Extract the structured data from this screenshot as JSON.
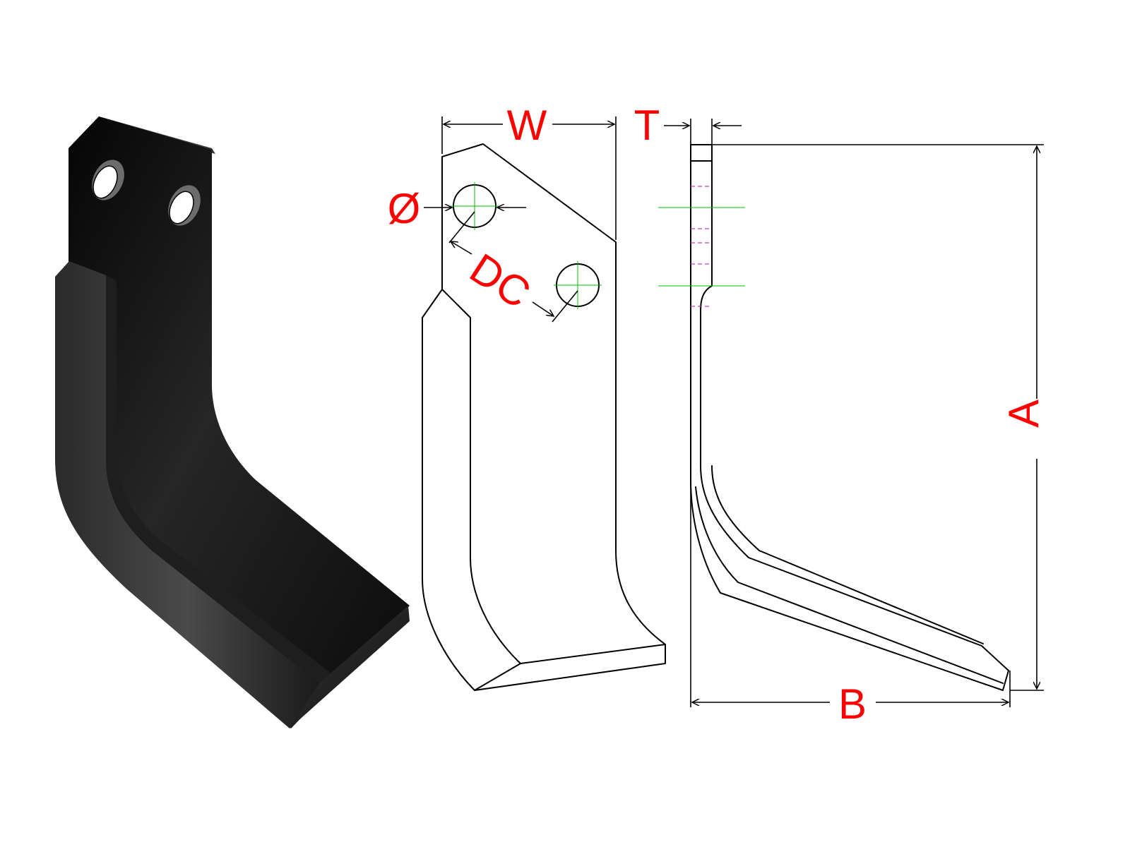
{
  "labels": {
    "width": "W",
    "thickness": "T",
    "hole_diameter": "Ø",
    "hole_centers": "DC",
    "height": "A",
    "depth": "B"
  },
  "colors": {
    "dimension_text": "#ff0000",
    "outline": "#000000",
    "centerline": "#00c000",
    "hidden_line": "#c040c0",
    "blade_render": "#141414"
  }
}
